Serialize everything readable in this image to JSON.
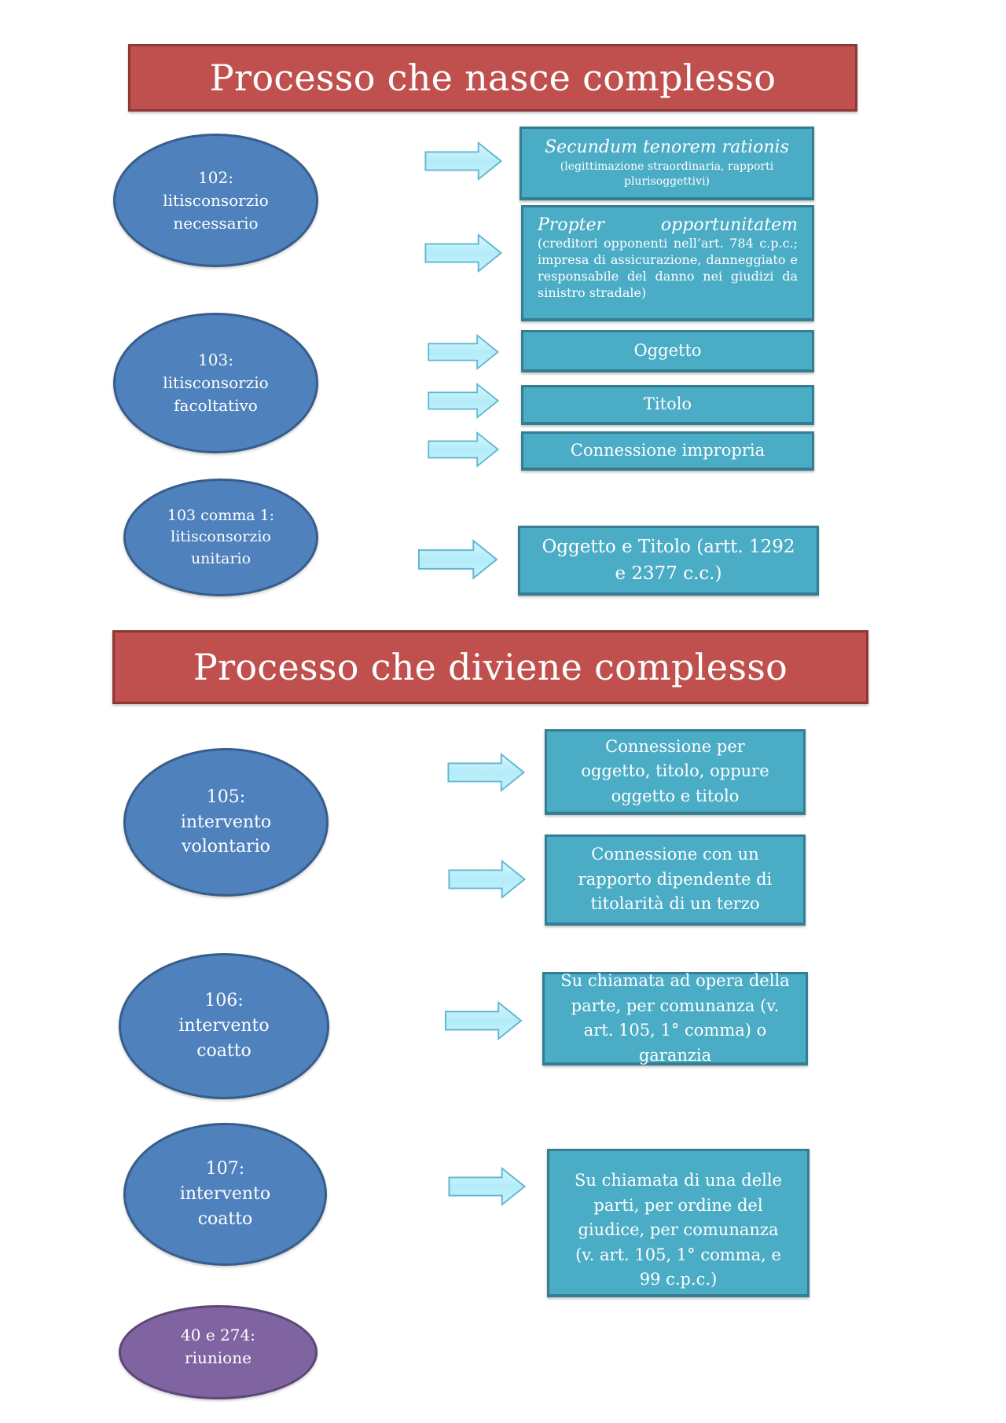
{
  "section_1": {
    "title": "Processo che nasce complesso",
    "nodes": [
      {
        "label": "102:\nlitisconsorzio\nnecessario",
        "targets": [
          {
            "title": "Secundum tenorem rationis",
            "detail": "(legittimazione straordinaria, rapporti plurisoggettivi)"
          },
          {
            "title_left": "Propter",
            "title_right": "opportunitatem",
            "detail": "(creditori opponenti nell’art. 784 c.p.c.; impresa di assicurazione, danneggiato e responsabile del danno nei giudizi da sinistro stradale)"
          }
        ]
      },
      {
        "label": "103:\nlitisconsorzio\nfacoltativo",
        "targets": [
          {
            "text": "Oggetto"
          },
          {
            "text": "Titolo"
          },
          {
            "text": "Connessione impropria"
          }
        ]
      },
      {
        "label": "103 comma 1:\nlitisconsorzio\nunitario",
        "targets": [
          {
            "text": "Oggetto e Titolo (artt. 1292 e 2377 c.c.)"
          }
        ]
      }
    ]
  },
  "section_2": {
    "title": "Processo che diviene complesso",
    "nodes": [
      {
        "label": "105:\nintervento\nvolontario",
        "targets": [
          {
            "text": "Connessione per oggetto, titolo, oppure oggetto e titolo"
          },
          {
            "text": "Connessione con un rapporto dipendente di titolarità di un terzo"
          }
        ]
      },
      {
        "label": "106:\nintervento\ncoatto",
        "targets": [
          {
            "text": "Su chiamata ad opera della parte, per comunanza (v. art. 105, 1° comma) o garanzia"
          }
        ]
      },
      {
        "label": "107:\nintervento\ncoatto",
        "targets": [
          {
            "text": "Su chiamata di una delle parti, per ordine del giudice, per comunanza (v. art. 105, 1° comma, e 99 c.p.c.)"
          }
        ]
      },
      {
        "label": "40 e 274:\nriunione",
        "targets": []
      }
    ]
  },
  "colors": {
    "title_fill": "#c0504d",
    "node_fill": "#4f81bd",
    "node_alt_fill": "#8064a2",
    "box_fill": "#4bacc6",
    "arrow_fill": "#b7ecf8"
  },
  "icons": {
    "arrow": "right-arrow-icon"
  }
}
